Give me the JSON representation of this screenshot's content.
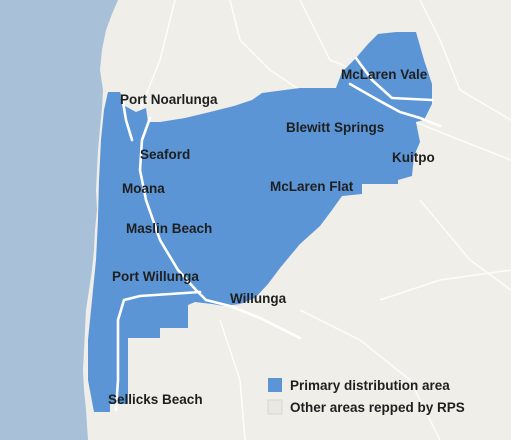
{
  "colors": {
    "sea": "#a9c1d8",
    "land": "#efeee8",
    "primary_area": "#5b95d6",
    "road": "#ffffff",
    "other_areas": "#e9e8e2"
  },
  "places": {
    "port_noarlunga": "Port Noarlunga",
    "seaford": "Seaford",
    "moana": "Moana",
    "maslin_beach": "Maslin Beach",
    "port_willunga": "Port Willunga",
    "willunga": "Willunga",
    "sellicks_beach": "Sellicks Beach",
    "mclaren_vale": "McLaren Vale",
    "blewitt_springs": "Blewitt Springs",
    "kuitpo": "Kuitpo",
    "mclaren_flat": "McLaren Flat"
  },
  "legend": {
    "primary_label": "Primary distribution area",
    "other_label": "Other areas repped by RPS"
  }
}
